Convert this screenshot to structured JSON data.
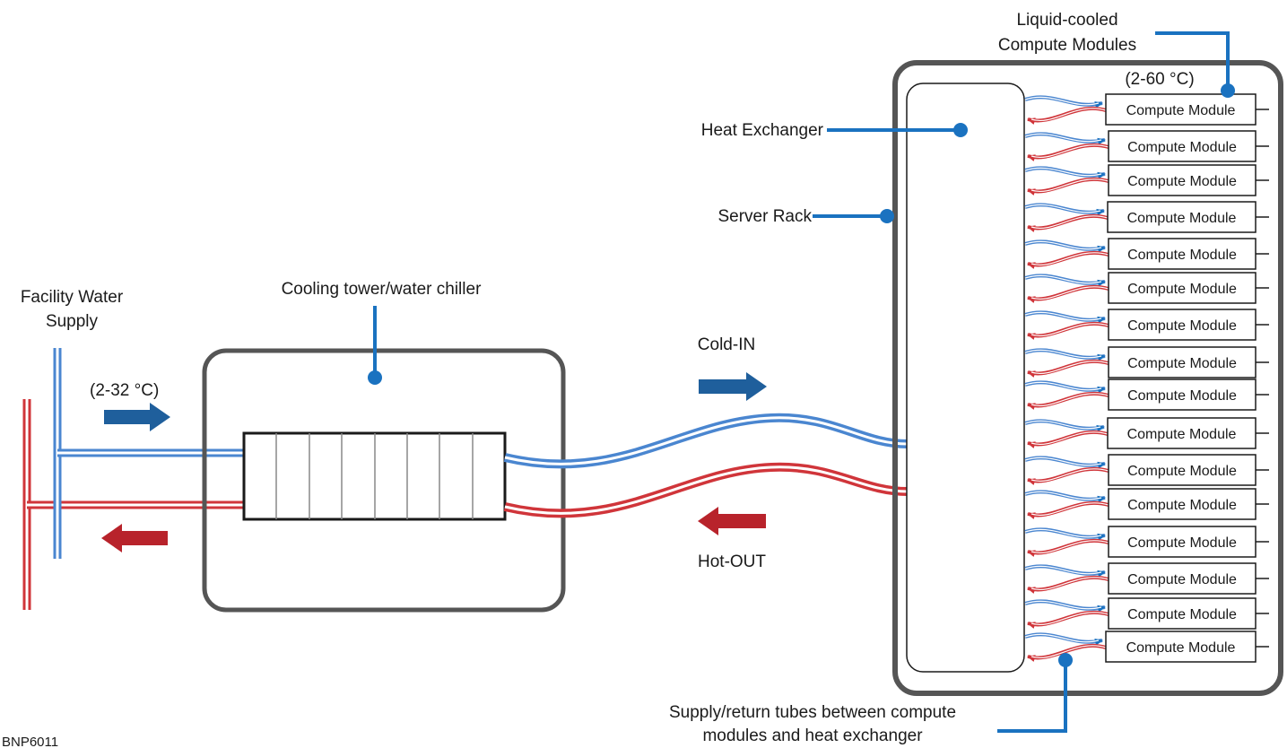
{
  "labels": {
    "facility_water_line1": "Facility Water",
    "facility_water_line2": "Supply",
    "facility_temp": "(2-32 °C)",
    "cooling_tower": "Cooling tower/water chiller",
    "cold_in": "Cold-IN",
    "hot_out": "Hot-OUT",
    "heat_exchanger": "Heat Exchanger",
    "server_rack": "Server Rack",
    "liquid_cooled_line1": "Liquid-cooled",
    "liquid_cooled_line2": "Compute Modules",
    "module_temp": "(2-60 °C)",
    "supply_return_line1": "Supply/return tubes between compute",
    "supply_return_line2": "modules and heat exchanger",
    "figure_id": "BNP6011"
  },
  "compute_modules": [
    "Compute Module",
    "Compute Module",
    "Compute Module",
    "Compute Module",
    "Compute Module",
    "Compute Module",
    "Compute Module",
    "Compute Module",
    "Compute Module",
    "Compute Module",
    "Compute Module",
    "Compute Module",
    "Compute Module",
    "Compute Module",
    "Compute Module",
    "Compute Module"
  ],
  "colors": {
    "cold": "#4a86d0",
    "cold_arrow": "#1f5f9c",
    "hot": "#d0353a",
    "hot_arrow": "#b8232b",
    "leader": "#1a72c0",
    "outline": "#555555"
  }
}
